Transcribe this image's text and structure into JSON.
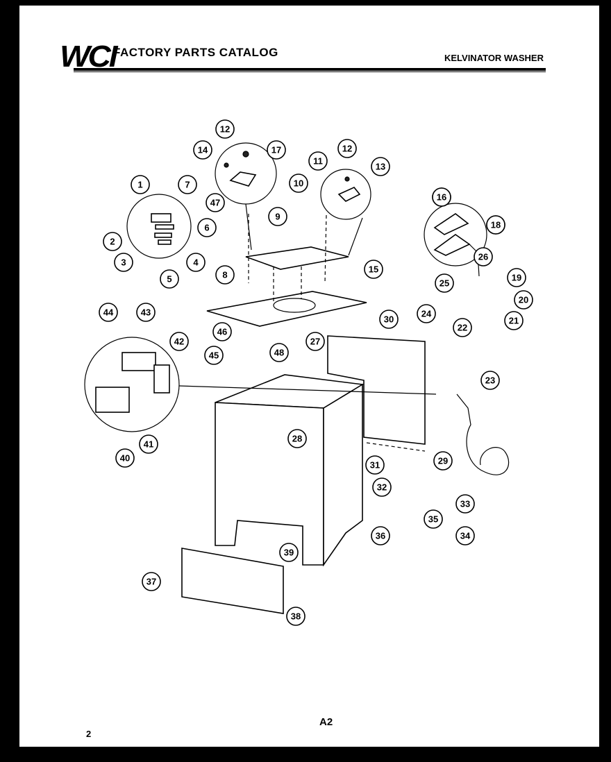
{
  "header": {
    "logo": "WCI",
    "title": "FACTORY PARTS CATALOG",
    "model": "KELVINATOR WASHER"
  },
  "footer": {
    "page_code": "A2",
    "page_number": "2"
  },
  "callouts": [
    "1",
    "2",
    "3",
    "4",
    "5",
    "6",
    "7",
    "8",
    "9",
    "10",
    "11",
    "12",
    "12",
    "13",
    "14",
    "15",
    "16",
    "17",
    "18",
    "19",
    "20",
    "21",
    "22",
    "23",
    "24",
    "25",
    "26",
    "27",
    "28",
    "29",
    "30",
    "31",
    "32",
    "33",
    "34",
    "35",
    "36",
    "37",
    "38",
    "39",
    "40",
    "41",
    "42",
    "43",
    "44",
    "45",
    "46",
    "47",
    "48",
    "16",
    "18"
  ]
}
